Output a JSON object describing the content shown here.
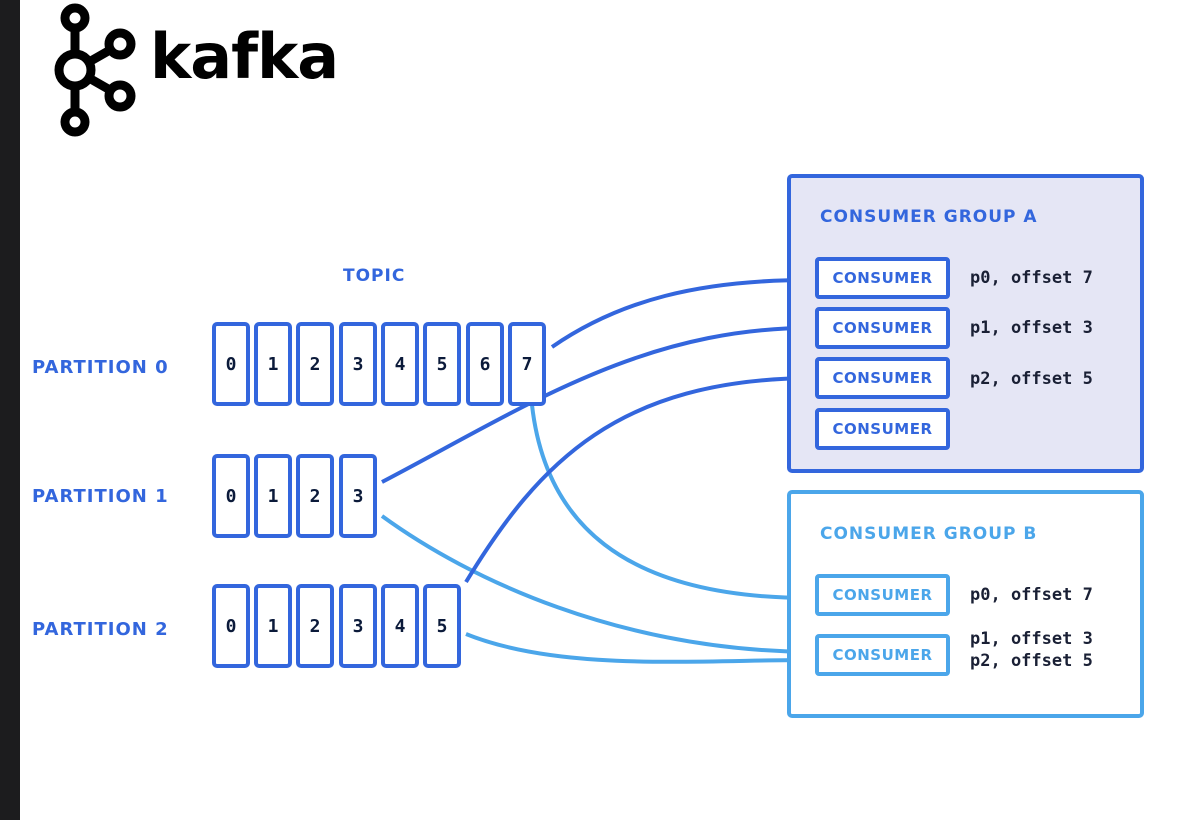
{
  "logo": {
    "text": "kafka"
  },
  "topic": {
    "label": "TOPIC",
    "partitions": [
      {
        "label": "PARTITION 0",
        "cells": [
          "0",
          "1",
          "2",
          "3",
          "4",
          "5",
          "6",
          "7"
        ]
      },
      {
        "label": "PARTITION 1",
        "cells": [
          "0",
          "1",
          "2",
          "3"
        ]
      },
      {
        "label": "PARTITION 2",
        "cells": [
          "0",
          "1",
          "2",
          "3",
          "4",
          "5"
        ]
      }
    ]
  },
  "groups": [
    {
      "title": "CONSUMER GROUP A",
      "consumers": [
        {
          "label": "CONSUMER",
          "offsets": "p0, offset 7"
        },
        {
          "label": "CONSUMER",
          "offsets": "p1, offset 3"
        },
        {
          "label": "CONSUMER",
          "offsets": "p2, offset 5"
        },
        {
          "label": "CONSUMER",
          "offsets": ""
        }
      ]
    },
    {
      "title": "CONSUMER GROUP B",
      "consumers": [
        {
          "label": "CONSUMER",
          "offsets": "p0, offset 7"
        },
        {
          "label": "CONSUMER",
          "offsets": "p1, offset 3\np2, offset 5"
        }
      ]
    }
  ],
  "colors": {
    "group_a": "#3366dd",
    "group_b": "#4ba6ea",
    "text_dark": "#0b1a3a"
  }
}
